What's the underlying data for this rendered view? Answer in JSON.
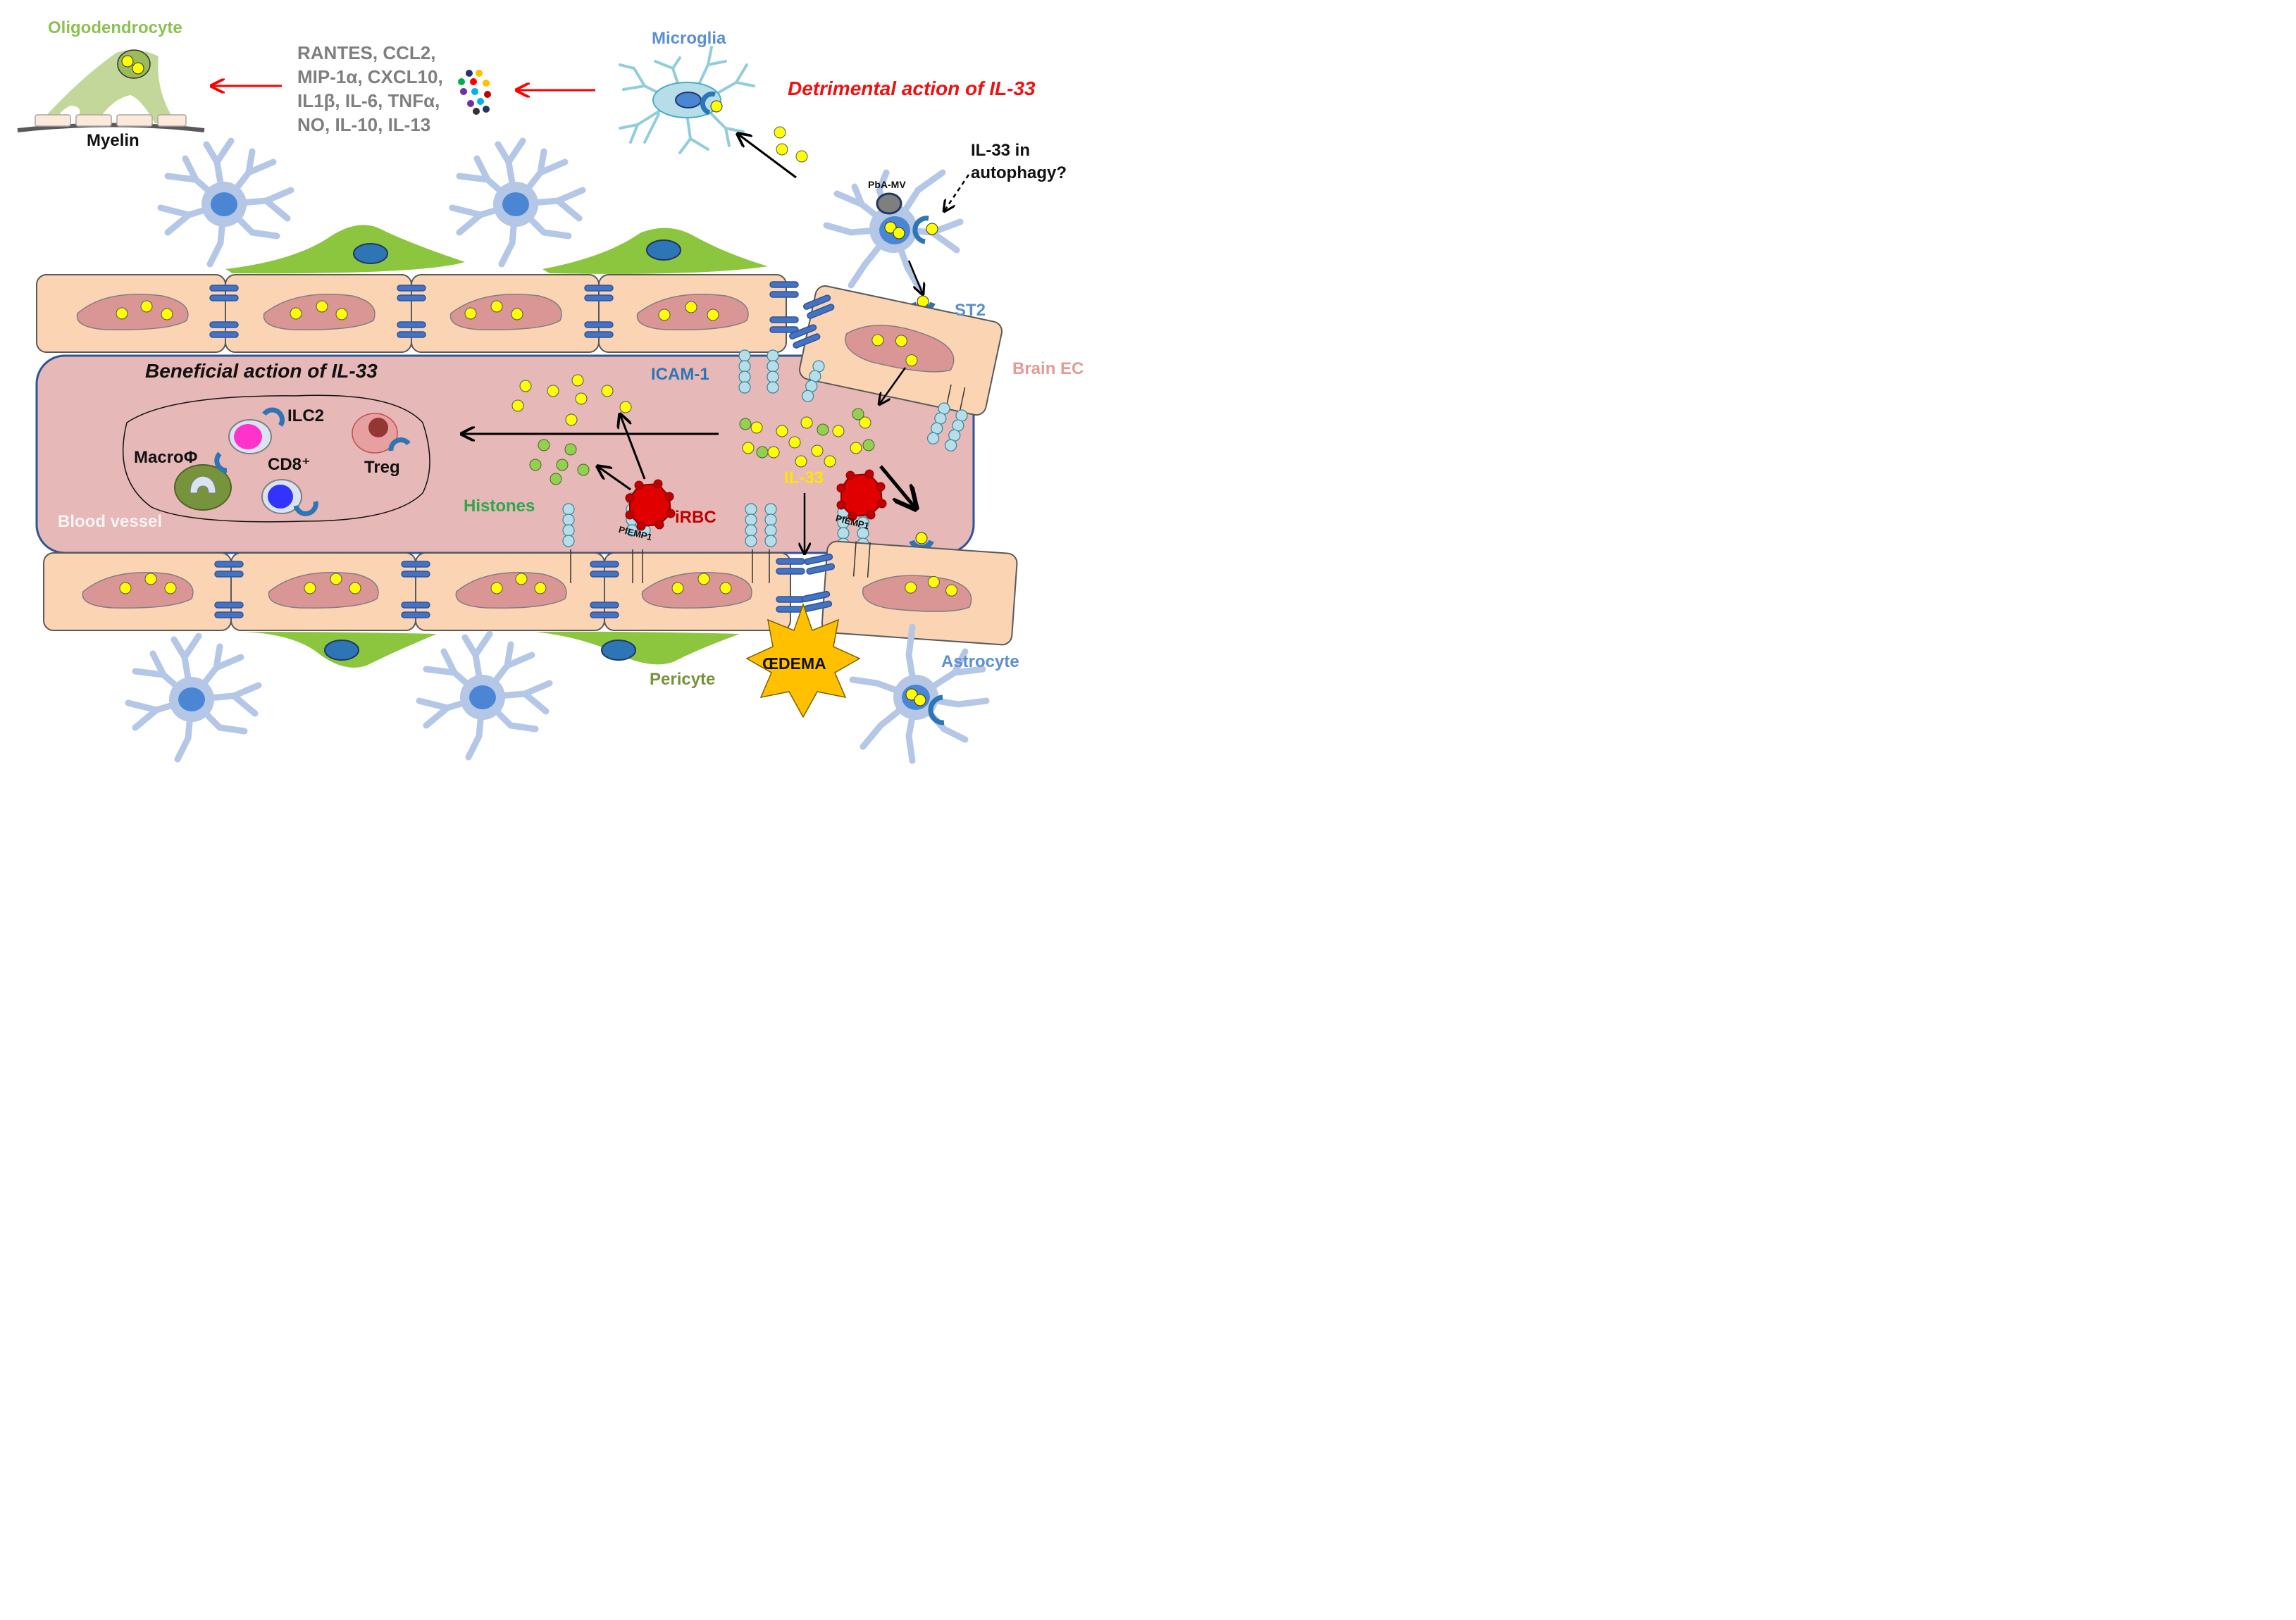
{
  "labels": {
    "oligodendrocyte": "Oligodendrocyte",
    "myelin": "Myelin",
    "cytokines": [
      "RANTES, CCL2,",
      "MIP-1α, CXCL10,",
      "IL1β, IL-6, TNFα,",
      "NO, IL-10, IL-13"
    ],
    "microglia": "Microglia",
    "detrimental": "Detrimental action of IL-33",
    "autophagy": [
      "IL-33 in",
      "autophagy?"
    ],
    "pba_mv": "PbA-MV",
    "st2": "ST2",
    "beneficial": "Beneficial action of IL-33",
    "icam1": "ICAM-1",
    "brain_ec": "Brain EC",
    "ilc2": "ILC2",
    "macrophage": "MacroΦ",
    "cd8": "CD8⁺",
    "treg": "Treg",
    "blood_vessel": "Blood vessel",
    "histones": "Histones",
    "il33": "IL-33",
    "irbc": "iRBC",
    "pfemp1_a": "PfEMP1",
    "pfemp1_b": "PfEMP1",
    "oedema": "ŒDEMA",
    "astrocyte": "Astrocyte",
    "pericyte": "Pericyte"
  },
  "colors": {
    "il33_particle": "#ffff00",
    "histone_particle": "#92d050",
    "endothelial_cell": "#fbd4b4",
    "nucleus": "#d99694",
    "vessel_lumen": "#e6b8b7",
    "vessel_border": "#2f5597",
    "astrocyte": "#b4c7e7",
    "astrocyte_nucleus": "#4a86d4",
    "pericyte": "#8cc63f",
    "microglia": "#b7dee8",
    "st2_receptor": "#2e75b6",
    "icam": "#b7dee8",
    "irbc": "#e00000",
    "oedema_star": "#ffc000",
    "arrow_red": "#ff0000"
  },
  "icons": [
    "oligodendrocyte-icon",
    "microglia-icon",
    "astrocyte-icon",
    "pericyte-icon",
    "irbc-icon",
    "st2-receptor-icon",
    "icam1-chain-icon",
    "oedema-star-icon",
    "cytokine-dots-icon",
    "ilc2-cell-icon",
    "cd8-cell-icon",
    "macrophage-cell-icon",
    "treg-cell-icon"
  ]
}
